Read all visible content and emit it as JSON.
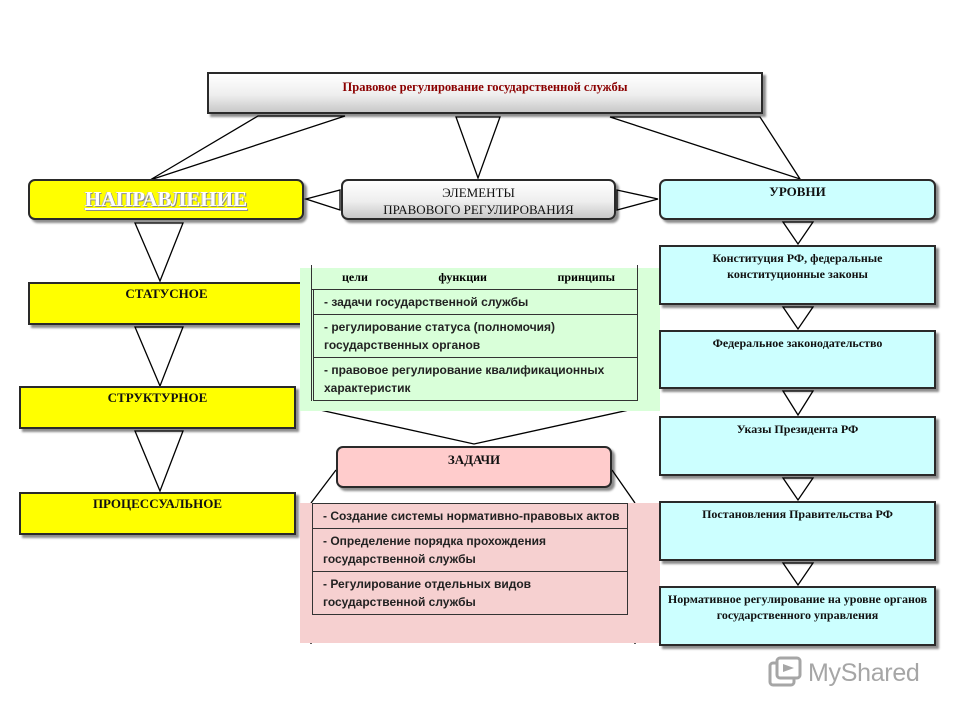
{
  "title": "Правовое регулирование государственной службы",
  "direction": {
    "header": "НАПРАВЛЕНИЕ",
    "items": [
      "СТАТУСНОЕ",
      "СТРУКТУРНОЕ",
      "ПРОЦЕССУАЛЬНОЕ"
    ]
  },
  "elements": {
    "header_line1": "ЭЛЕМЕНТЫ",
    "header_line2": "ПРАВОВОГО РЕГУЛИРОВАНИЯ",
    "columns": [
      "цели",
      "функции",
      "принципы"
    ],
    "rows": [
      "- задачи государственной службы",
      "- регулирование статуса (полномочия) государственных органов",
      "- правовое регулирование квалификационных характеристик"
    ]
  },
  "tasks": {
    "header": "ЗАДАЧИ",
    "rows": [
      "- Создание системы нормативно-правовых актов",
      "- Определение порядка прохождения государственной службы",
      "- Регулирование отдельных видов государственной службы"
    ]
  },
  "levels": {
    "header": "УРОВНИ",
    "items": [
      "Конституция РФ, федеральные конституционные законы",
      "Федеральное законодательство",
      "Указы Президента РФ",
      "Постановления Правительства РФ",
      "Нормативное регулирование на уровне органов государственного управления"
    ]
  },
  "watermark": {
    "text": "MyShared",
    "icon": "myshared-logo-icon"
  },
  "colors": {
    "yellow": "#ffff00",
    "cyan": "#ccffff",
    "pink": "#ffcccc",
    "green_bg": "#d9ffd9",
    "title_text": "#8b0000"
  }
}
